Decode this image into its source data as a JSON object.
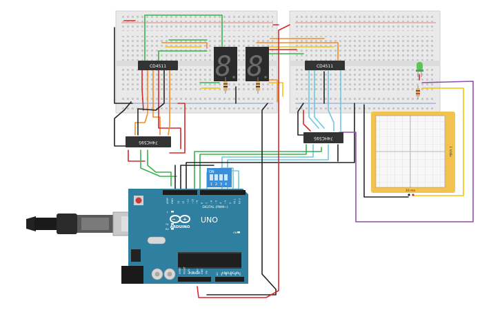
{
  "chips": {
    "decoder_left": "CD4511",
    "decoder_right": "CD4511",
    "shift_left": "74HC595",
    "shift_right": "74HC595"
  },
  "displays": {
    "left_digit": "8",
    "right_digit": "8"
  },
  "dip_switch": {
    "on_label": "ON",
    "positions": [
      "1",
      "2",
      "3",
      "4"
    ]
  },
  "arduino": {
    "model": "UNO",
    "brand": "ARDUINO",
    "digital_header": "DIGITAL (PWM~)",
    "power_header": "POWER",
    "analog_header": "ANALOG IN",
    "on_led": "ON",
    "l_led": "L",
    "tx_led": "TX",
    "rx_led": "RX",
    "aref": "AREF",
    "gnd": "GND",
    "digital_pins": [
      "13",
      "12",
      "~11",
      "~10",
      "~9",
      "8",
      "7",
      "~6",
      "~5",
      "4",
      "~3",
      "2",
      "TX 1",
      "RX 0"
    ],
    "power_pins": [
      "IOREF",
      "RESET",
      "3.3V",
      "5V",
      "GND",
      "GND",
      "Vin"
    ],
    "analog_pins": [
      "A0",
      "A1",
      "A2",
      "A3",
      "A4",
      "A5"
    ]
  },
  "oscilloscope": {
    "y_label": "1 V/div",
    "x_label": "10 ms"
  },
  "colors": {
    "breadboard": "#e9e9e9",
    "arduino_board": "#2f7fa1",
    "chip": "#333333",
    "scope_frame": "#f2c14e",
    "led": "#5cc45c",
    "wire_red": "#d9262b",
    "wire_black": "#222222",
    "wire_orange": "#f28c28",
    "wire_yellow": "#f5c400",
    "wire_green": "#36b24a",
    "wire_blue": "#6fc6e0",
    "wire_purple": "#8e4fa8"
  }
}
